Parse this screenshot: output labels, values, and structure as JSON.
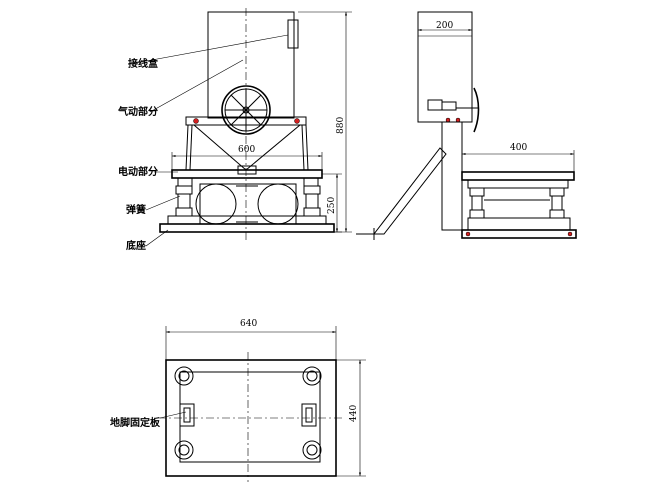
{
  "labels": {
    "junction_box": "接线盒",
    "pneumatic_part": "气动部分",
    "electric_part": "电动部分",
    "spring": "弹簧",
    "base": "底座",
    "anchor_plate": "地脚固定板"
  },
  "dimensions": {
    "front_width": "600",
    "front_height": "880",
    "spring_height": "250",
    "side_width": "200",
    "side_platform_width": "400",
    "plan_width": "640",
    "plan_depth": "440"
  },
  "colors": {
    "line": "#000000",
    "accent": "#d32020"
  }
}
